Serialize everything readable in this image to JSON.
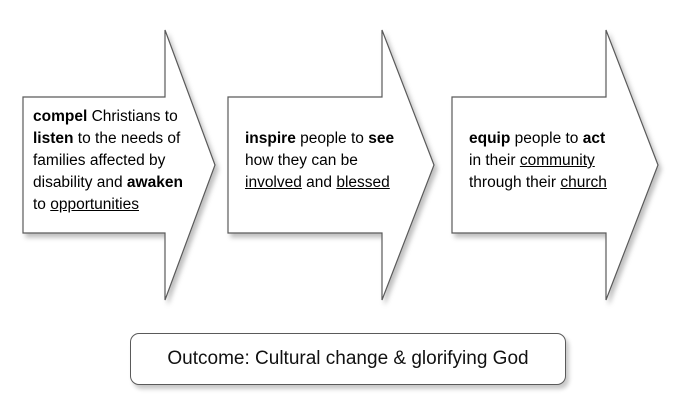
{
  "arrows": [
    {
      "lines": [
        [
          {
            "t": "compel",
            "s": "b"
          },
          {
            "t": " Christians to"
          }
        ],
        [
          {
            "t": "listen",
            "s": "b"
          },
          {
            "t": " to the needs of"
          }
        ],
        [
          {
            "t": "families affected by"
          }
        ],
        [
          {
            "t": "disability and "
          },
          {
            "t": "awaken",
            "s": "b"
          }
        ],
        [
          {
            "t": "to "
          },
          {
            "t": "opportunities",
            "s": "u"
          }
        ]
      ]
    },
    {
      "lines": [
        [
          {
            "t": "inspire",
            "s": "b"
          },
          {
            "t": " people to "
          },
          {
            "t": "see",
            "s": "b"
          }
        ],
        [
          {
            "t": "how they can be"
          }
        ],
        [
          {
            "t": "involved",
            "s": "u"
          },
          {
            "t": " and "
          },
          {
            "t": "blessed",
            "s": "u"
          }
        ]
      ]
    },
    {
      "lines": [
        [
          {
            "t": "equip",
            "s": "b"
          },
          {
            "t": " people to "
          },
          {
            "t": "act",
            "s": "b"
          }
        ],
        [
          {
            "t": "in their "
          },
          {
            "t": "community",
            "s": "u"
          }
        ],
        [
          {
            "t": "through their "
          },
          {
            "t": "church",
            "s": "u"
          }
        ]
      ]
    }
  ],
  "outcome": {
    "label": "Outcome: Cultural change & glorifying God"
  }
}
